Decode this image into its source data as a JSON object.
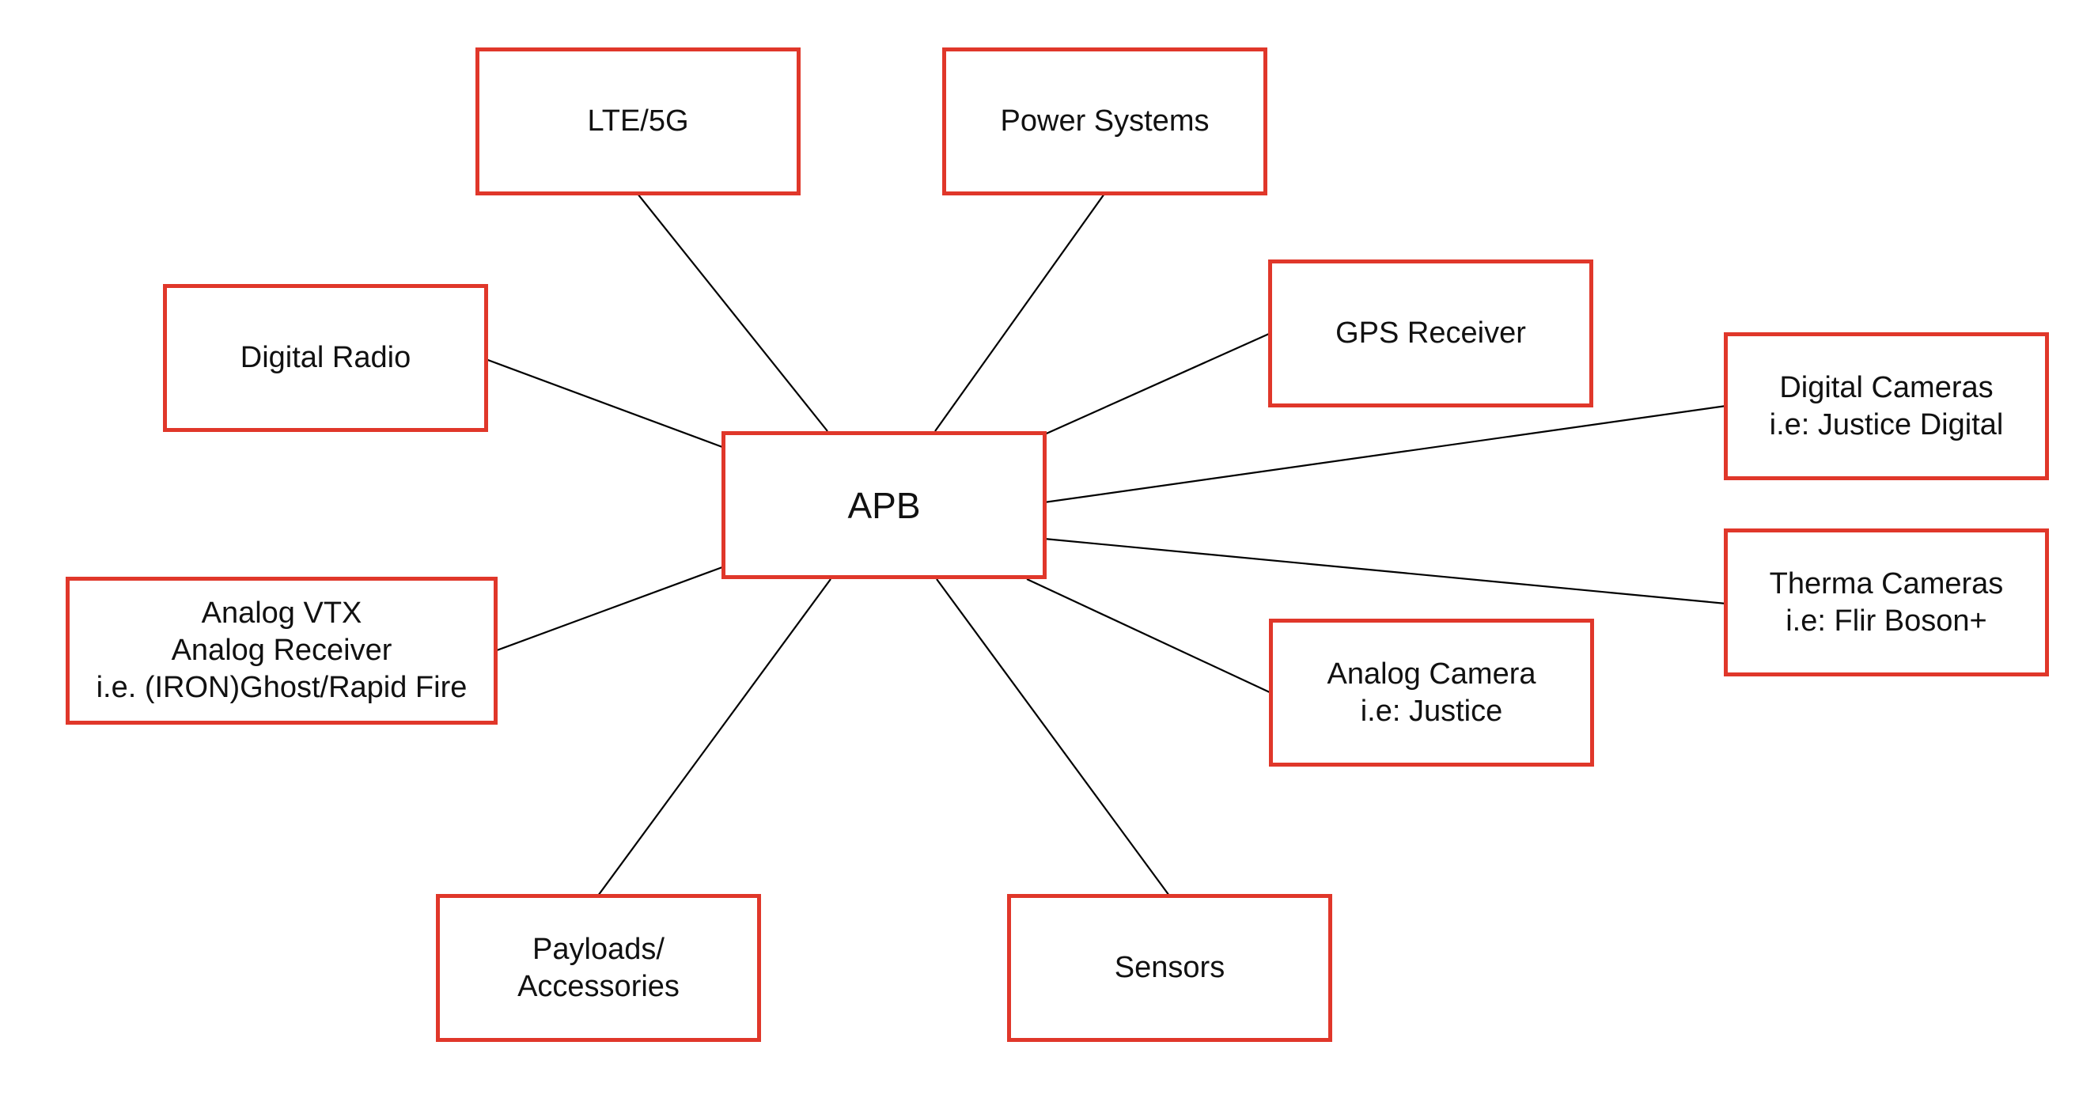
{
  "diagram": {
    "border_color": "#e0372a",
    "line_color": "#000000",
    "center": {
      "lines": [
        "APB"
      ]
    },
    "nodes": {
      "lte": {
        "lines": [
          "LTE/5G"
        ]
      },
      "power": {
        "lines": [
          "Power Systems"
        ]
      },
      "gps": {
        "lines": [
          "GPS Receiver"
        ]
      },
      "digital_radio": {
        "lines": [
          "Digital Radio"
        ]
      },
      "digital_cameras": {
        "lines": [
          "Digital Cameras",
          "i.e: Justice Digital"
        ]
      },
      "therma_cameras": {
        "lines": [
          "Therma Cameras",
          "i.e: Flir Boson+"
        ]
      },
      "analog_vtx": {
        "lines": [
          "Analog VTX",
          "Analog Receiver",
          "i.e. (IRON)Ghost/Rapid Fire"
        ]
      },
      "analog_camera": {
        "lines": [
          "Analog Camera",
          "i.e: Justice"
        ]
      },
      "payloads": {
        "lines": [
          "Payloads/",
          "Accessories"
        ]
      },
      "sensors": {
        "lines": [
          "Sensors"
        ]
      }
    }
  }
}
